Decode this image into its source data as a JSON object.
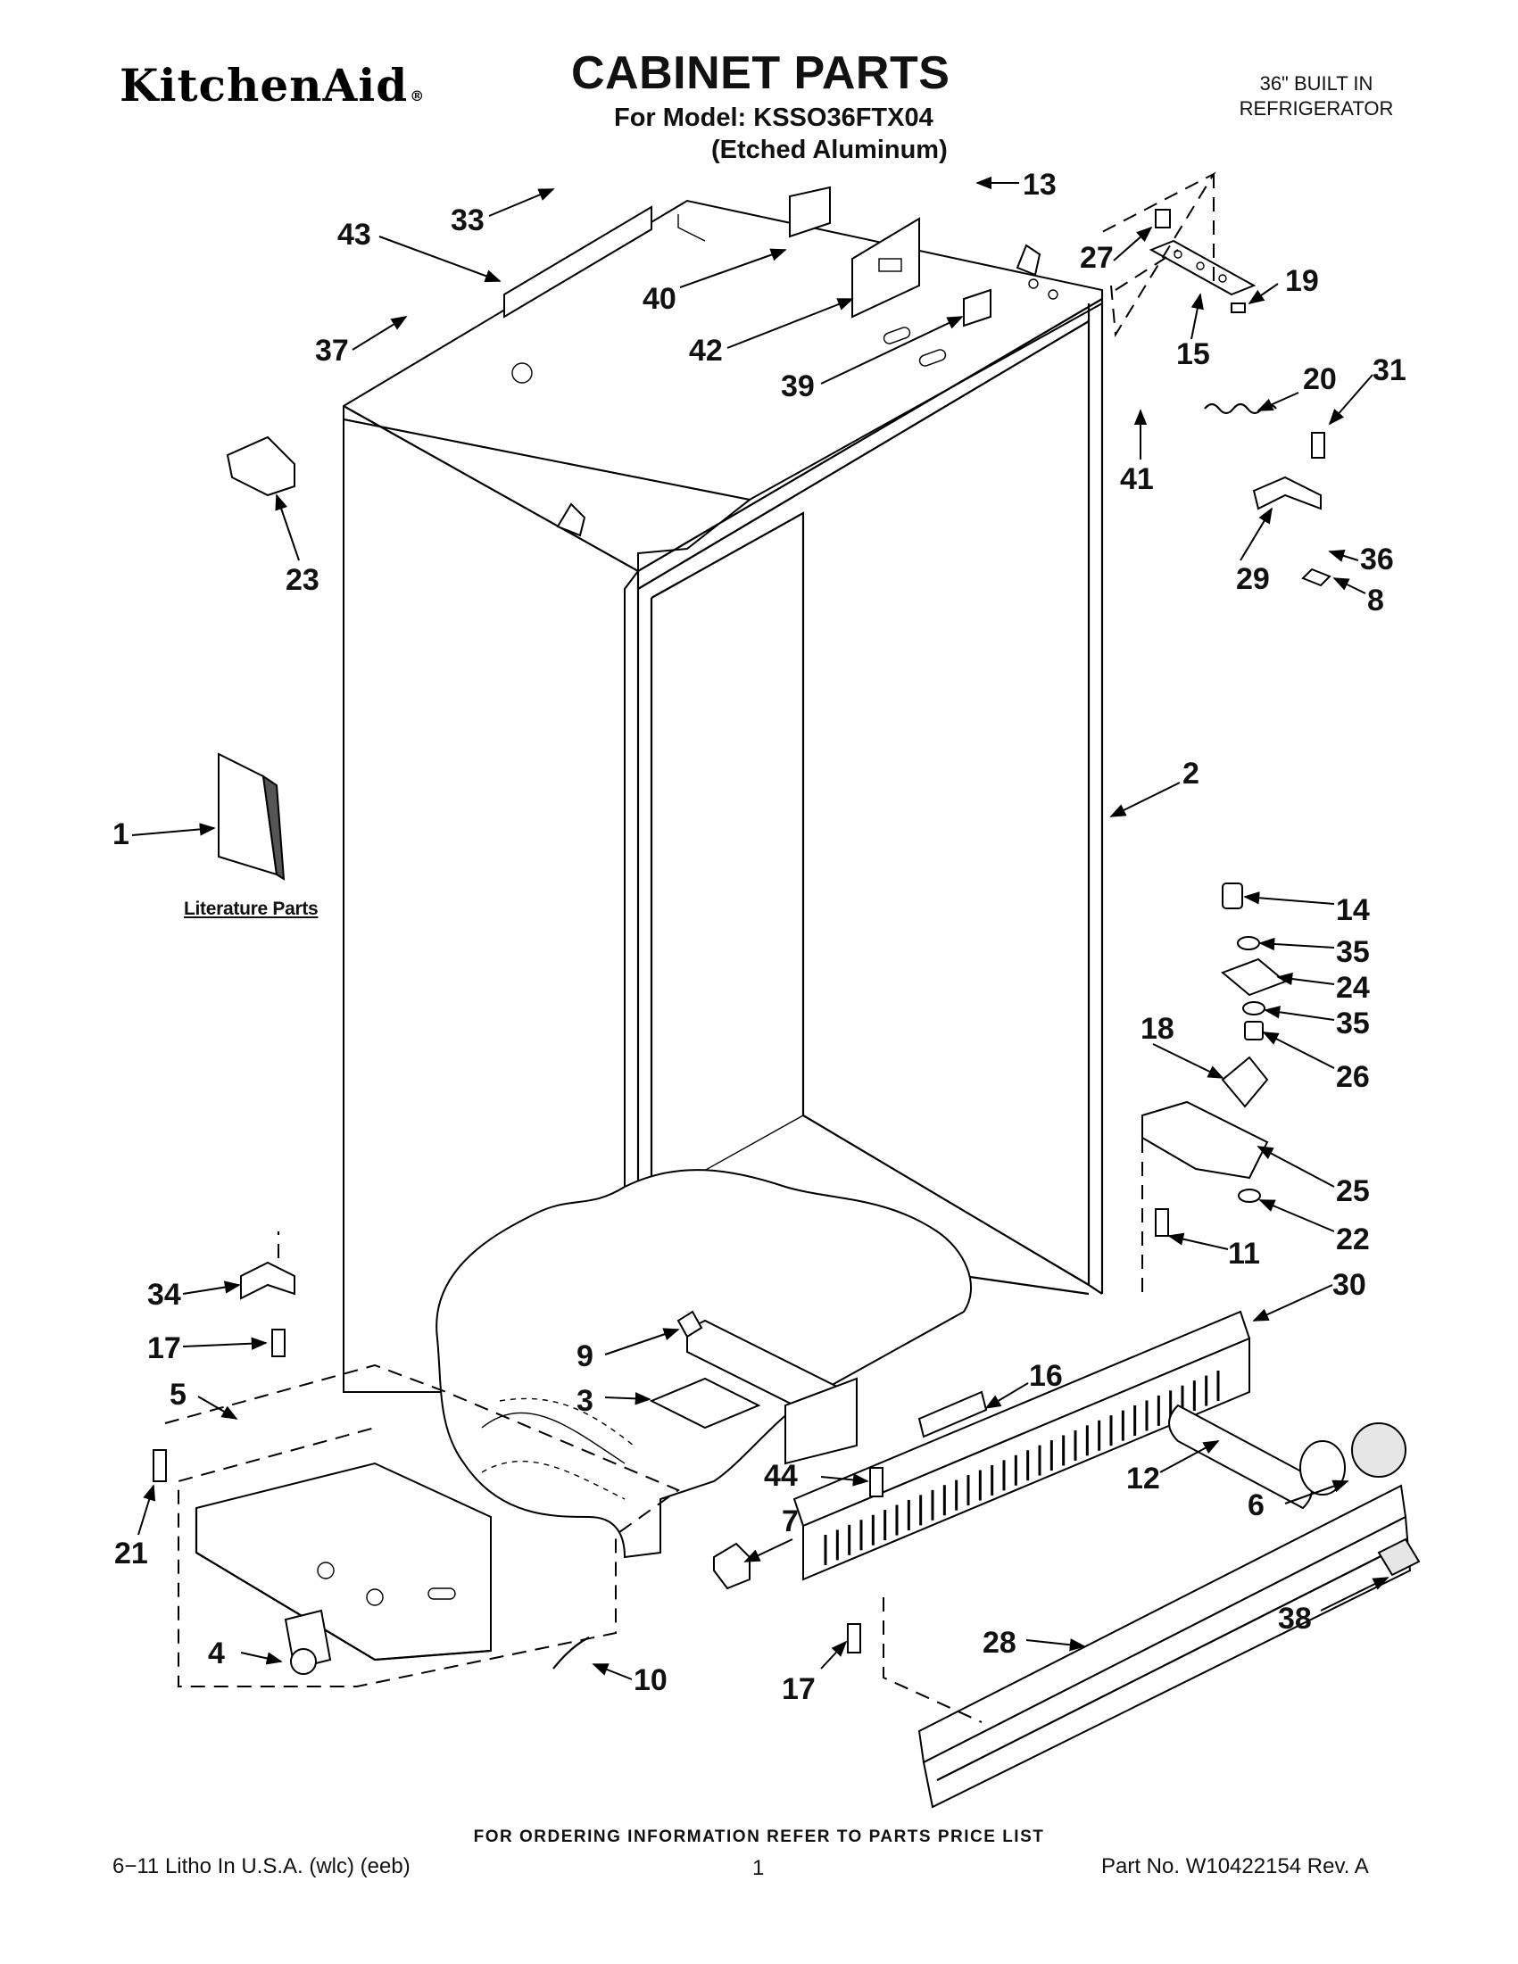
{
  "header": {
    "brand": "KitchenAid",
    "brand_mark": "®",
    "title": "CABINET PARTS",
    "model": "For Model: KSSO36FTX04",
    "finish": "(Etched Aluminum)",
    "product_line1": "36\" BUILT IN",
    "product_line2": "REFRIGERATOR"
  },
  "literature_label": "Literature Parts",
  "callouts": [
    {
      "id": "43",
      "label": "43"
    },
    {
      "id": "33",
      "label": "33"
    },
    {
      "id": "13",
      "label": "13"
    },
    {
      "id": "27",
      "label": "27"
    },
    {
      "id": "19",
      "label": "19"
    },
    {
      "id": "40",
      "label": "40"
    },
    {
      "id": "42",
      "label": "42"
    },
    {
      "id": "37",
      "label": "37"
    },
    {
      "id": "39",
      "label": "39"
    },
    {
      "id": "15",
      "label": "15"
    },
    {
      "id": "20",
      "label": "20"
    },
    {
      "id": "31",
      "label": "31"
    },
    {
      "id": "41",
      "label": "41"
    },
    {
      "id": "36",
      "label": "36"
    },
    {
      "id": "29",
      "label": "29"
    },
    {
      "id": "8",
      "label": "8"
    },
    {
      "id": "23",
      "label": "23"
    },
    {
      "id": "2",
      "label": "2"
    },
    {
      "id": "1",
      "label": "1"
    },
    {
      "id": "14",
      "label": "14"
    },
    {
      "id": "35a",
      "label": "35"
    },
    {
      "id": "24",
      "label": "24"
    },
    {
      "id": "35b",
      "label": "35"
    },
    {
      "id": "18",
      "label": "18"
    },
    {
      "id": "26",
      "label": "26"
    },
    {
      "id": "25",
      "label": "25"
    },
    {
      "id": "22",
      "label": "22"
    },
    {
      "id": "11",
      "label": "11"
    },
    {
      "id": "34",
      "label": "34"
    },
    {
      "id": "30",
      "label": "30"
    },
    {
      "id": "17a",
      "label": "17"
    },
    {
      "id": "9",
      "label": "9"
    },
    {
      "id": "16",
      "label": "16"
    },
    {
      "id": "5",
      "label": "5"
    },
    {
      "id": "3",
      "label": "3"
    },
    {
      "id": "12",
      "label": "12"
    },
    {
      "id": "44",
      "label": "44"
    },
    {
      "id": "6",
      "label": "6"
    },
    {
      "id": "7",
      "label": "7"
    },
    {
      "id": "21",
      "label": "21"
    },
    {
      "id": "38",
      "label": "38"
    },
    {
      "id": "28",
      "label": "28"
    },
    {
      "id": "4",
      "label": "4"
    },
    {
      "id": "10",
      "label": "10"
    },
    {
      "id": "17b",
      "label": "17"
    }
  ],
  "footer": {
    "note": "FOR ORDERING INFORMATION REFER TO PARTS PRICE LIST",
    "print_info": "6−11 Litho In U.S.A. (wlc) (eeb)",
    "page": "1",
    "part_no": "Part No. W10422154 Rev. A"
  }
}
